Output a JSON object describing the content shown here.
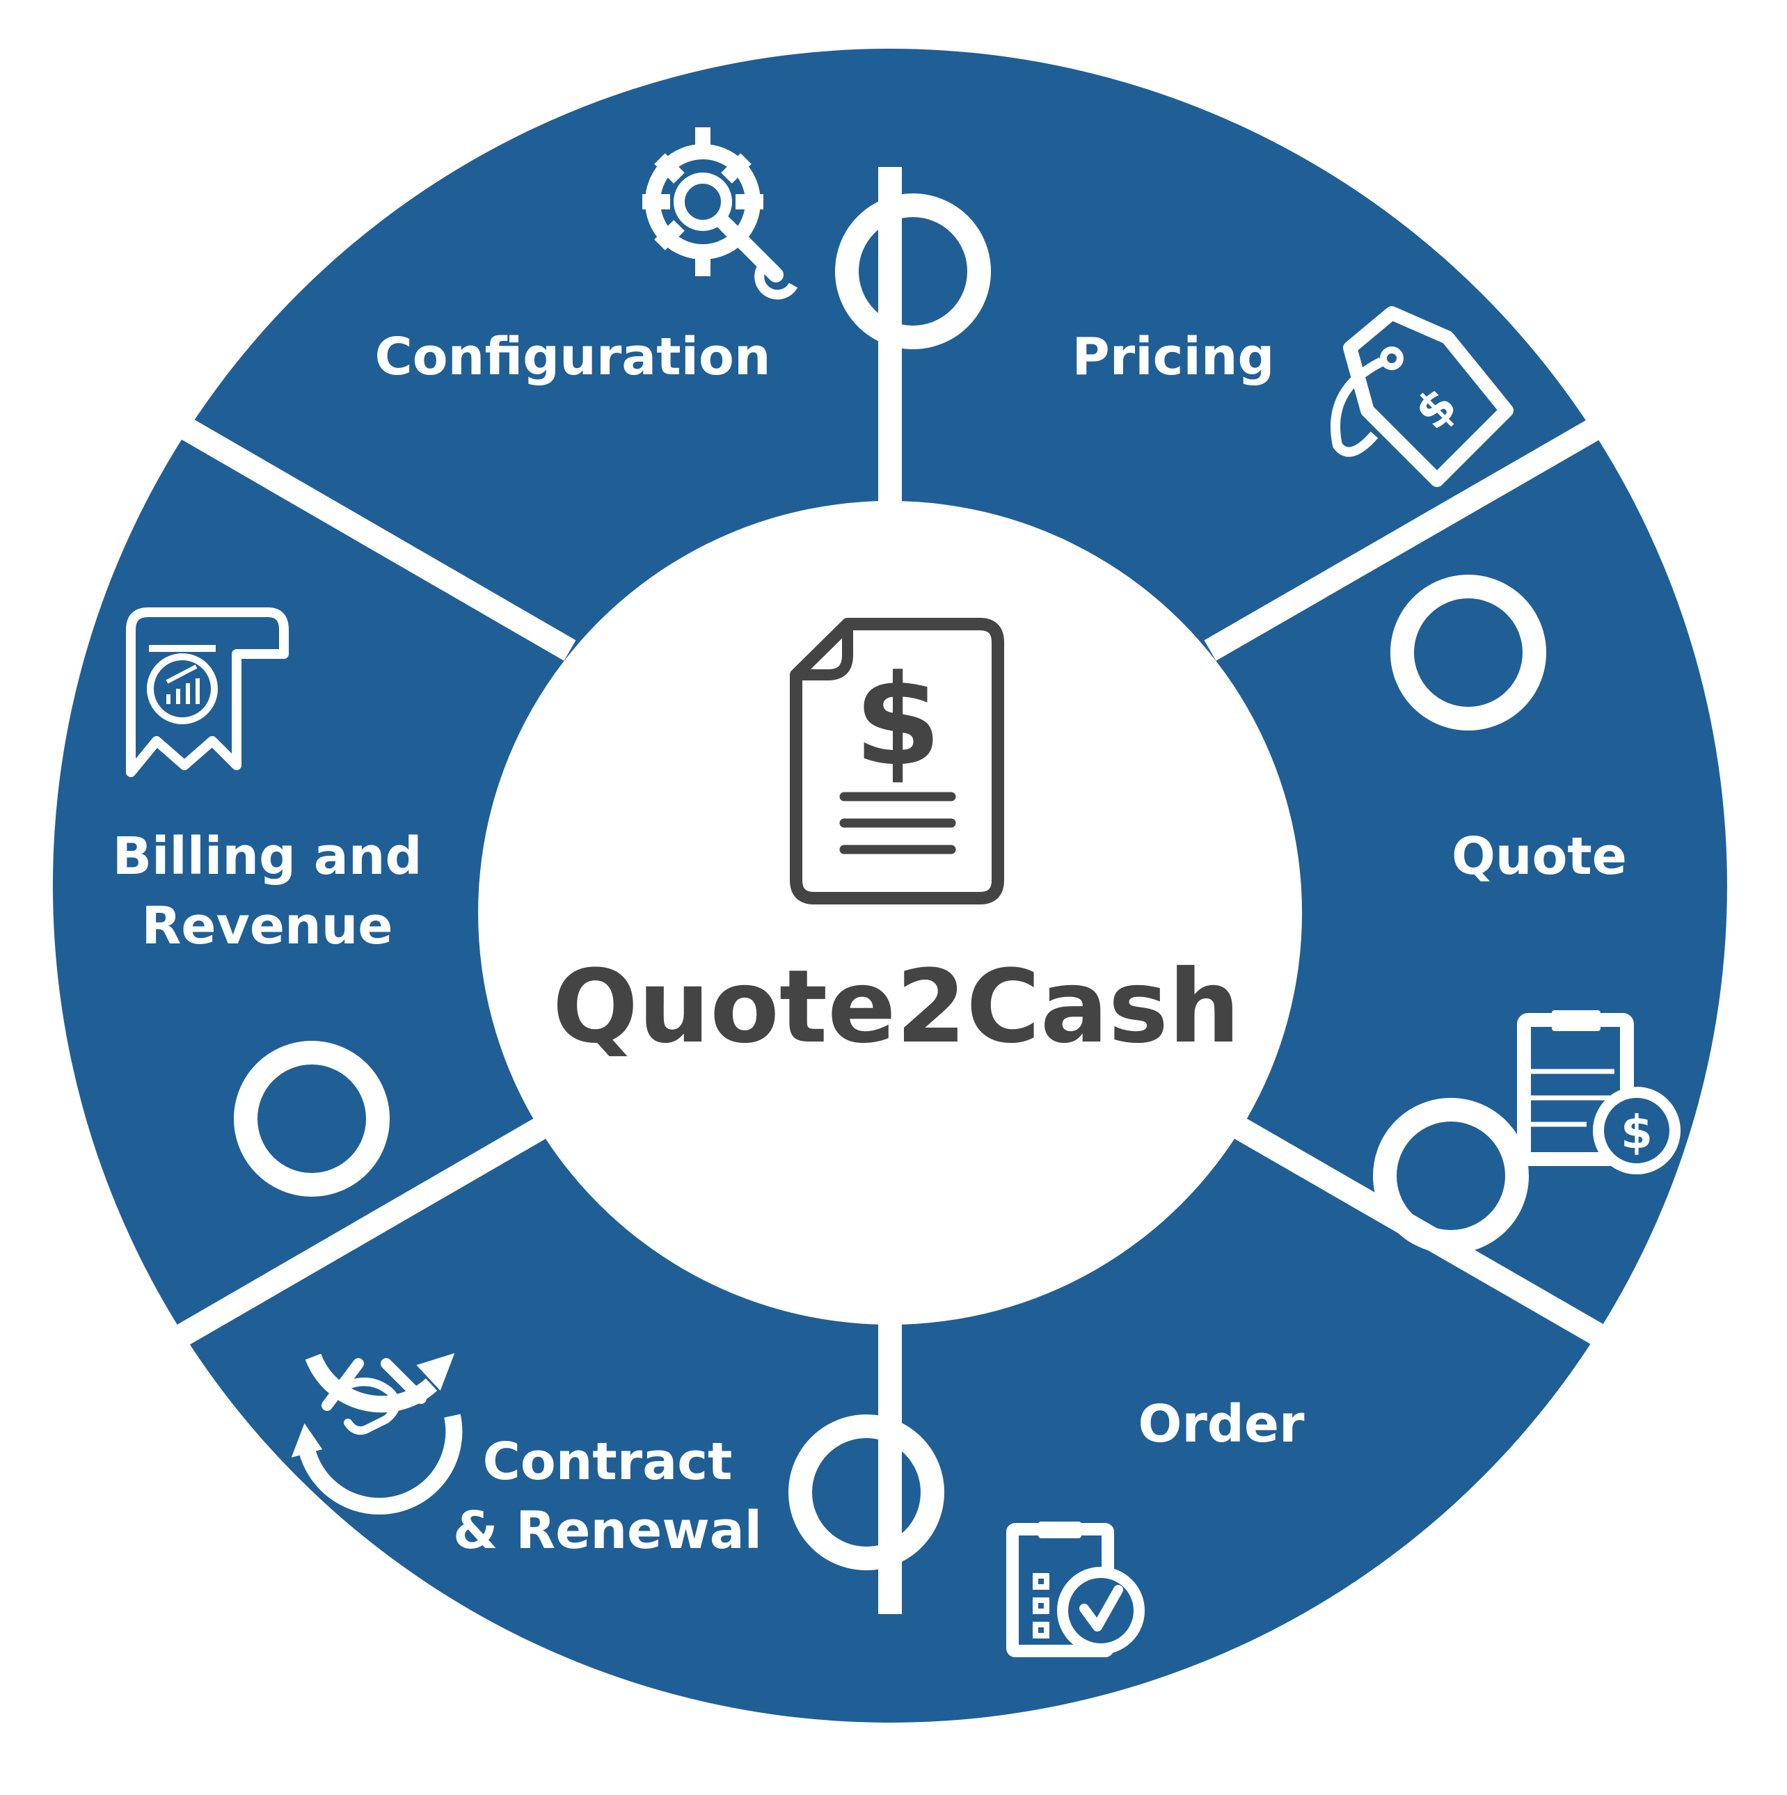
{
  "center": {
    "title": "Quote2Cash",
    "icon": "invoice-dollar-icon",
    "currency_symbol": "$"
  },
  "segments": [
    {
      "id": "configuration",
      "label_lines": [
        "Configuration"
      ],
      "icon": "gear-wrench-icon"
    },
    {
      "id": "pricing",
      "label_lines": [
        "Pricing"
      ],
      "icon": "price-tag-icon"
    },
    {
      "id": "quote",
      "label_lines": [
        "Quote"
      ],
      "icon": "clipboard-dollar-icon"
    },
    {
      "id": "order",
      "label_lines": [
        "Order"
      ],
      "icon": "checklist-icon"
    },
    {
      "id": "contract",
      "label_lines": [
        "Contract",
        "& Renewal"
      ],
      "icon": "handshake-cycle-icon"
    },
    {
      "id": "billing",
      "label_lines": [
        "Billing and",
        "Revenue"
      ],
      "icon": "billing-receipt-icon"
    }
  ],
  "colors": {
    "segment_fill": "#1f5f96",
    "label": "#ffffff",
    "center_text": "#444444",
    "background": "#ffffff"
  }
}
